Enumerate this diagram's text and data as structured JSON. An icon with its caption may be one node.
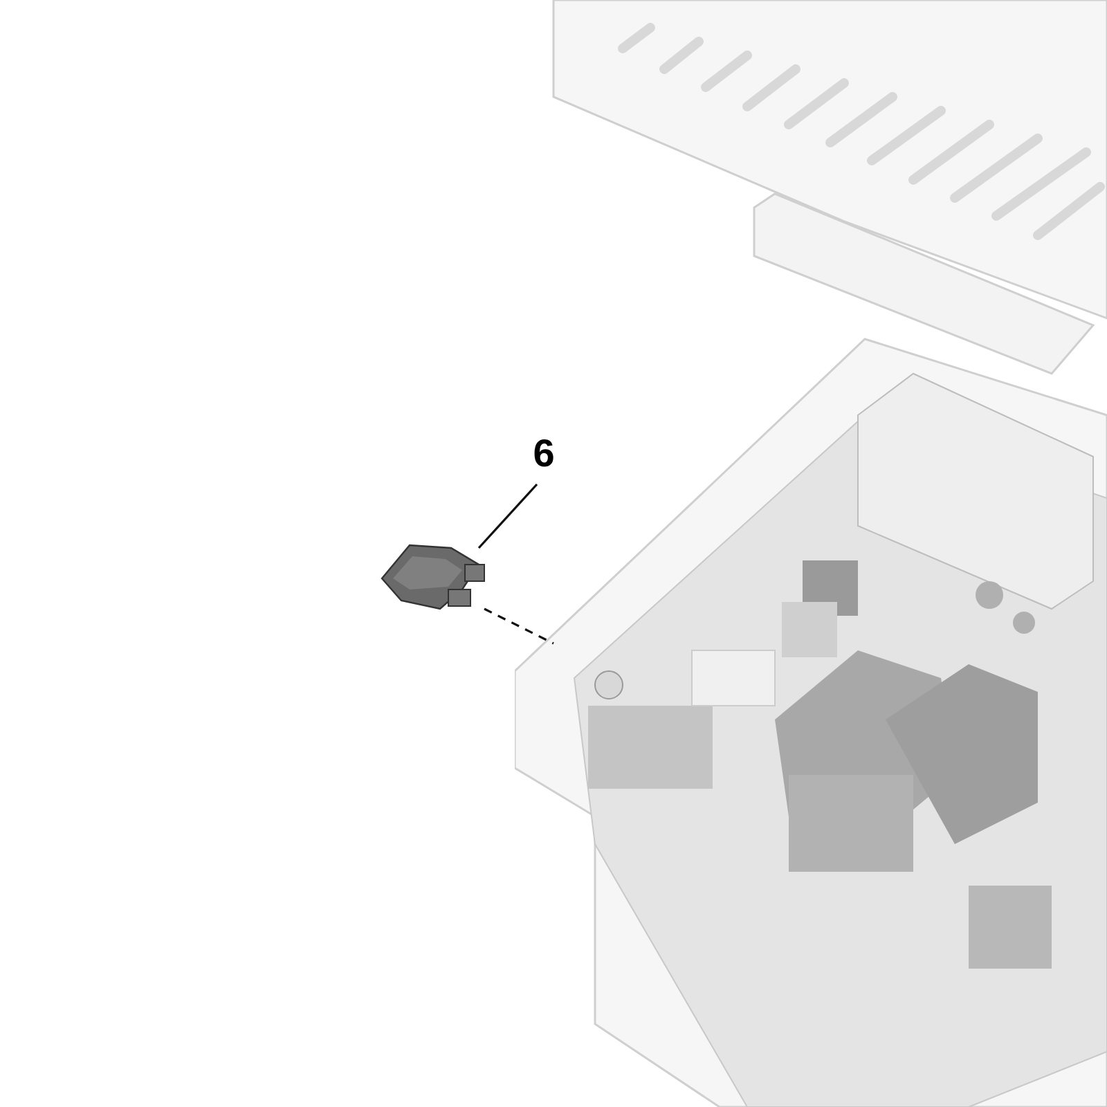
{
  "diagram": {
    "nodes": [
      {
        "text": [
          "6"
        ]
      },
      {
        "text": [],
        "shape": "picture"
      },
      {
        "text": [],
        "shape": "picture"
      }
    ],
    "edges": [
      {
        "from": 0,
        "to": 1,
        "arrow": "none"
      },
      {
        "from": 1,
        "to": 2,
        "arrow": "none",
        "style": "dashed"
      }
    ]
  }
}
